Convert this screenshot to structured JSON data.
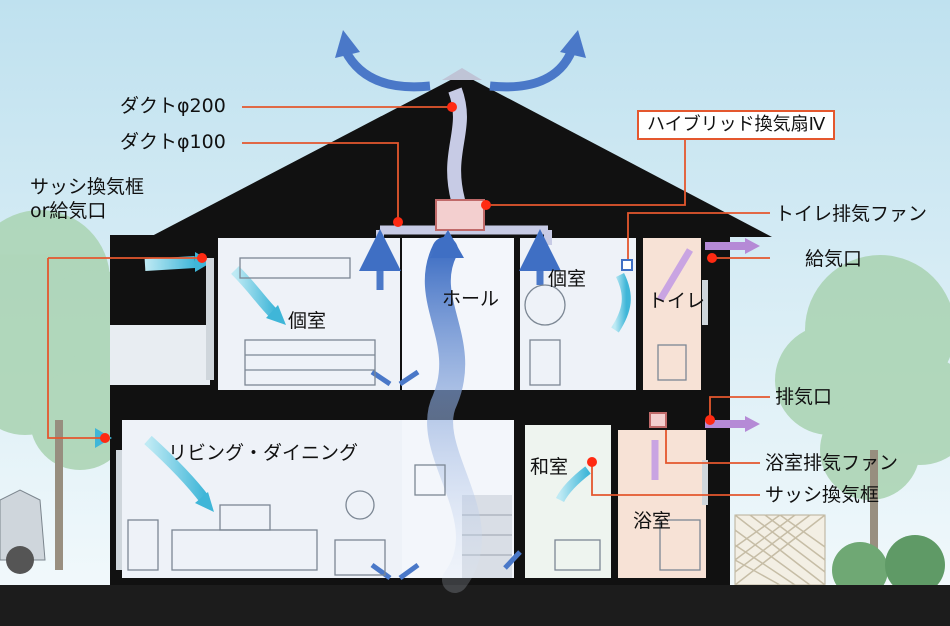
{
  "callouts": {
    "duct_200": "ダクトφ200",
    "duct_100": "ダクトφ100",
    "hybrid_fan": "ハイブリッド換気扇Ⅳ",
    "sash_frame_top": "サッシ換気框",
    "or_supply_port": "or給気口",
    "toilet_exhaust_fan": "トイレ排気ファン",
    "supply_port": "給気口",
    "exhaust_port": "排気口",
    "bath_exhaust_fan": "浴室排気ファン",
    "sash_frame_bottom": "サッシ換気框"
  },
  "rooms": {
    "private_left": "個室",
    "hall": "ホール",
    "private_right": "個室",
    "toilet": "トイレ",
    "living_dining": "リビング・ダイニング",
    "japanese_room": "和室",
    "bathroom": "浴室"
  },
  "colors": {
    "sky": "#cfe8f3",
    "roof": "#111111",
    "wall": "#101010",
    "room_fill": "#eef3fa",
    "callout_line": "#e4572e",
    "callout_dot": "#ff2a12",
    "airflow_up": "#4a78c8",
    "airflow_fresh": "#5cc6e0",
    "exhaust_arrow": "#b58ad6",
    "tree": "#9cc9a4",
    "toilet_fill": "#f7e2d6"
  }
}
